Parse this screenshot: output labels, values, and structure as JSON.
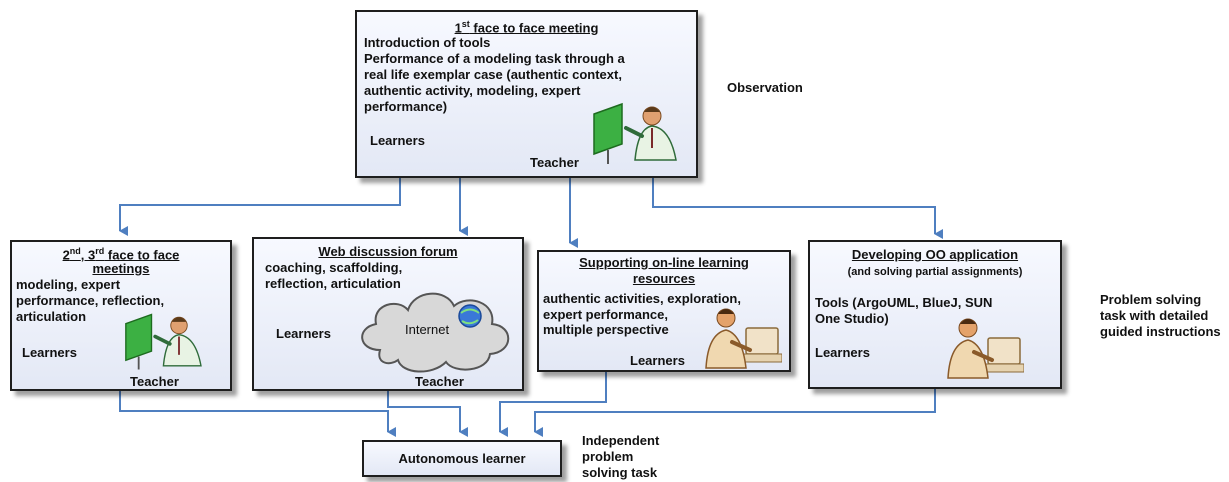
{
  "box_meeting1": {
    "title_pre": "1",
    "title_sup": "st",
    "title_post": " face to face meeting",
    "line1": "Introduction of tools",
    "line2": "Performance of a modeling task through a",
    "line3": "real life exemplar case (authentic context,",
    "line4": "authentic activity, modeling, expert",
    "line5": "performance)",
    "learners": "Learners",
    "teacher": "Teacher"
  },
  "box_meetings23": {
    "t1a": "2",
    "t1sup": "nd",
    "t1b": ", 3",
    "t1sup2": "rd",
    "t1c": " face to face",
    "t2": "meetings",
    "line1": "modeling, expert",
    "line2": "performance, reflection,",
    "line3": "articulation",
    "learners": "Learners",
    "teacher": "Teacher"
  },
  "box_forum": {
    "title": "Web discussion forum",
    "line1": "coaching,  scaffolding,",
    "line2": "reflection, articulation",
    "learners": "Learners",
    "internet": "Internet",
    "teacher": "Teacher"
  },
  "box_resources": {
    "title1": "Supporting on-line learning",
    "title2": "resources",
    "line1": "authentic activities, exploration,",
    "line2": "expert performance,",
    "line3": "multiple perspective",
    "learners": "Learners"
  },
  "box_oo": {
    "title": "Developing OO application",
    "subtitle": "(and solving partial assignments)",
    "line1": "Tools (ArgoUML, BlueJ,  SUN",
    "line2": "One Studio)",
    "learners": "Learners"
  },
  "box_autonomous": {
    "label": "Autonomous learner"
  },
  "side_labels": {
    "observation": "Observation",
    "problem1": "Problem solving",
    "problem2": "task with detailed",
    "problem3": "guided instructions",
    "indep1": "Independent",
    "indep2": "problem",
    "indep3": "solving task"
  },
  "colors": {
    "arrow": "#4f7fc0",
    "box_border": "#1e1e1e",
    "box_fill": "#e9edf8"
  }
}
